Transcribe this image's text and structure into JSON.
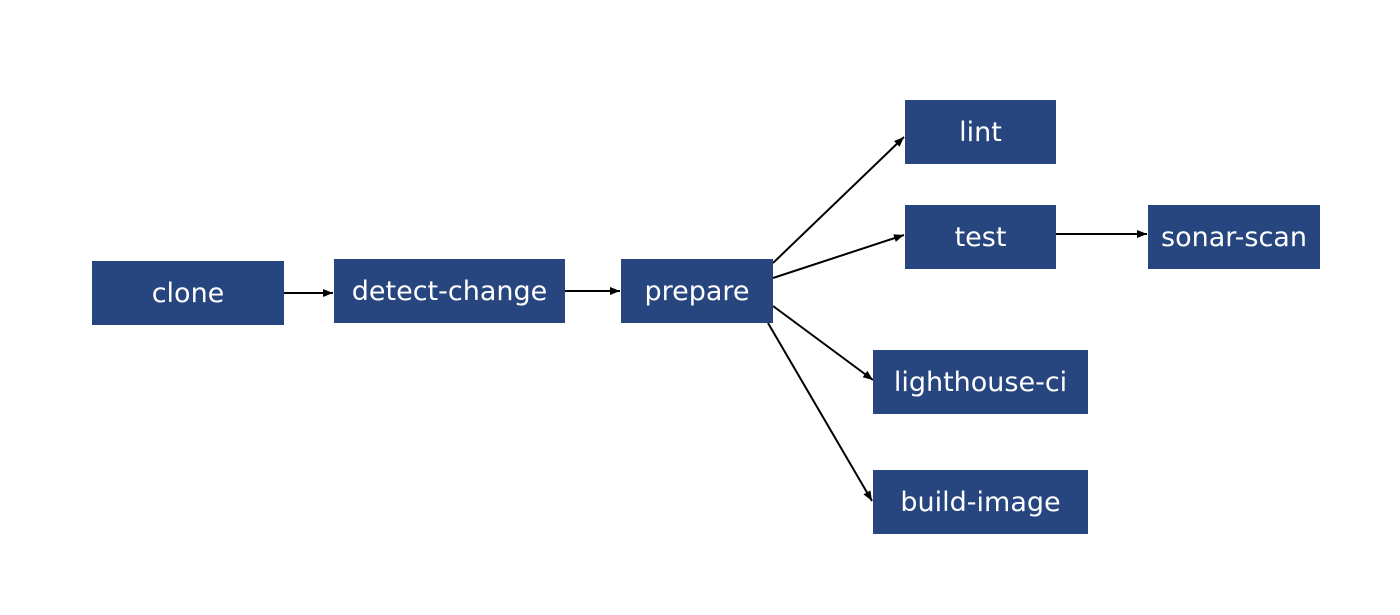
{
  "diagram": {
    "node_color": "#27457f",
    "text_color": "#ffffff",
    "edge_color": "#000000",
    "nodes": {
      "clone": "clone",
      "detect_change": "detect-change",
      "prepare": "prepare",
      "lint": "lint",
      "test": "test",
      "sonar_scan": "sonar-scan",
      "lighthouse_ci": "lighthouse-ci",
      "build_image": "build-image"
    },
    "edges": [
      {
        "from": "clone",
        "to": "detect-change"
      },
      {
        "from": "detect-change",
        "to": "prepare"
      },
      {
        "from": "prepare",
        "to": "lint"
      },
      {
        "from": "prepare",
        "to": "test"
      },
      {
        "from": "prepare",
        "to": "lighthouse-ci"
      },
      {
        "from": "prepare",
        "to": "build-image"
      },
      {
        "from": "test",
        "to": "sonar-scan"
      }
    ]
  }
}
